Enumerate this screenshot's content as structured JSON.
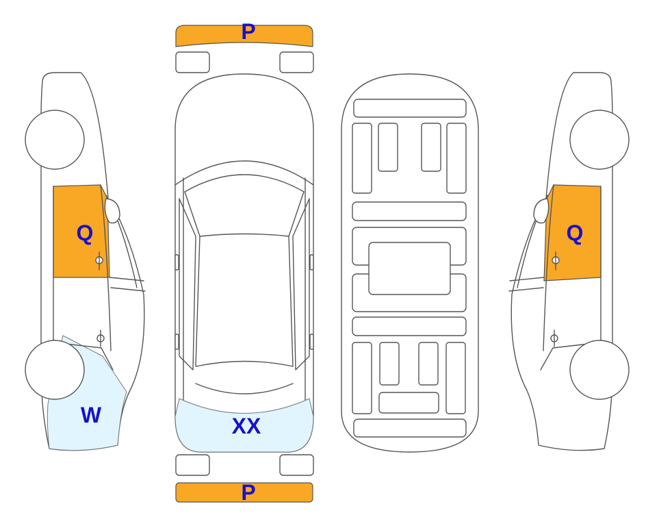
{
  "colors": {
    "damage_orange": "#f9a825",
    "damage_light_blue": "#e1f5fe",
    "label_blue": "#1a10c8",
    "outline": "#555555"
  },
  "labels": {
    "front_bumper": "P",
    "rear_bumper": "P",
    "left_front_door": "Q",
    "right_front_door": "Q",
    "left_rear_quarter": "W",
    "rear_window": "XX"
  }
}
